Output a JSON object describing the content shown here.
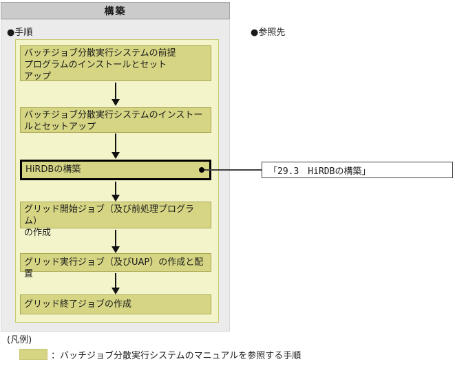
{
  "title": "構築",
  "labels": {
    "procedure": "●手順",
    "reference": "●参照先"
  },
  "flow": {
    "steps": [
      {
        "label": "バッチジョブ分散実行システムの前提\nプログラムのインストールとセット\nアップ",
        "highlighted": false
      },
      {
        "label": "バッチジョブ分散実行システムのインストー\nルとセットアップ",
        "highlighted": false
      },
      {
        "label": "HiRDBの構築",
        "highlighted": true
      },
      {
        "label": "グリッド開始ジョブ（及び前処理プログラム）\nの作成",
        "highlighted": false
      },
      {
        "label": "グリッド実行ジョブ（及びUAP）の作成と配置",
        "highlighted": false
      },
      {
        "label": "グリッド終了ジョブの作成",
        "highlighted": false
      }
    ]
  },
  "reference": {
    "label": "「29.3　HiRDBの構築」"
  },
  "legend": {
    "title": "(凡例)",
    "description": "：バッチジョブ分散実行システムのマニュアルを参照する手順"
  },
  "colors": {
    "step_fill": "#d5d584",
    "step_border": "#a8a852",
    "flow_panel_fill": "#f4f4cb",
    "flow_panel_border": "#c9c973",
    "outer_panel_fill": "#ebebeb",
    "header_fill": "#cbcbcb",
    "highlight_border": "#000000"
  }
}
